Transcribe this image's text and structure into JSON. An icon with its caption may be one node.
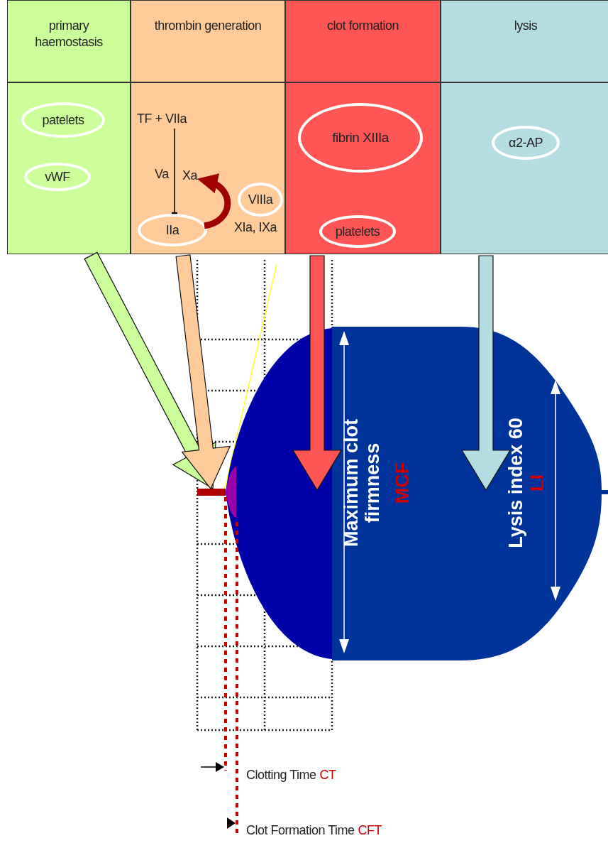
{
  "diagram": {
    "nodes": [
      {
        "text": [
          "primary haemostasis"
        ]
      },
      {
        "text": [
          "thrombin generation"
        ]
      },
      {
        "text": [
          "clot formation"
        ]
      },
      {
        "text": [
          "lysis"
        ]
      },
      {
        "text": [],
        "shape": "box"
      },
      {
        "text": [
          "patelets"
        ],
        "in": 4
      },
      {
        "text": [
          "vWF"
        ],
        "in": 4
      },
      {
        "text": [],
        "shape": "box"
      },
      {
        "text": [
          "TF + VIIa"
        ],
        "in": 7
      },
      {
        "text": [
          "IIa"
        ],
        "in": 7
      },
      {
        "text": [
          "VIIIa"
        ],
        "in": 7
      },
      {
        "text": [],
        "shape": "box"
      },
      {
        "text": [
          "fibrin XIIIa"
        ],
        "in": 11
      },
      {
        "text": [
          "platelets"
        ],
        "in": 11
      },
      {
        "text": [],
        "shape": "box"
      },
      {
        "text": [
          "α2-AP"
        ],
        "in": 14
      },
      {
        "text": [],
        "shape": "bar"
      },
      {
        "text": [
          "Maximum clot firmness",
          "MCF",
          "Lysis index 60",
          "LI"
        ]
      },
      {
        "text": [
          "Xa"
        ],
        "in": 7
      }
    ],
    "edges": [
      {
        "from": 8,
        "to": 9,
        "arrow": "other"
      },
      {
        "from": 9,
        "to": 18,
        "arrow": "to",
        "style": "thick",
        "color": "#a00000"
      },
      {
        "from": 4,
        "to": 16,
        "arrow": "to",
        "style": "thick",
        "color": "#ccff99"
      },
      {
        "from": 7,
        "to": 16,
        "arrow": "to",
        "style": "thick",
        "color": "#ffcc99"
      },
      {
        "from": 11,
        "to": 17,
        "arrow": "to",
        "style": "thick",
        "color": "#ff5555"
      },
      {
        "from": 14,
        "to": 17,
        "arrow": "to",
        "style": "thick",
        "color": "#b3dde0"
      }
    ],
    "labels": [
      "Va",
      "XIa, IXa",
      "Clotting Time",
      "CT",
      "Clot Formation Time",
      "CFT"
    ]
  }
}
